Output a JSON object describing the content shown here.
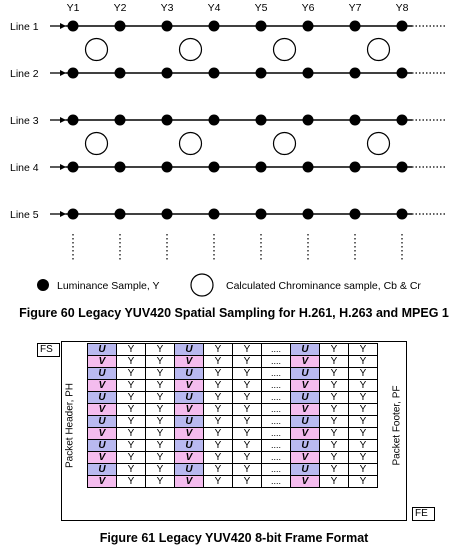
{
  "figure60": {
    "columns": [
      "Y1",
      "Y2",
      "Y3",
      "Y4",
      "Y5",
      "Y6",
      "Y7",
      "Y8"
    ],
    "lines": [
      "Line 1",
      "Line 2",
      "Line 3",
      "Line 4",
      "Line 5"
    ],
    "legend": {
      "luma": "Luminance Sample, Y",
      "chroma": "Calculated Chrominance sample, Cb & Cr"
    },
    "caption": "Figure 60 Legacy YUV420 Spatial Sampling for H.261, H.263 and MPEG 1"
  },
  "figure61": {
    "fs": "FS",
    "fe": "FE",
    "header_label": "Packet Header, PH",
    "footer_label": "Packet Footer, PF",
    "row_pattern": [
      "U",
      "Y",
      "Y",
      "U",
      "Y",
      "Y",
      "....",
      "U",
      "Y",
      "Y"
    ],
    "row_pattern_v": [
      "V",
      "Y",
      "Y",
      "V",
      "Y",
      "Y",
      "....",
      "V",
      "Y",
      "Y"
    ],
    "row_count": 12,
    "caption": "Figure 61 Legacy YUV420 8-bit Frame Format"
  }
}
